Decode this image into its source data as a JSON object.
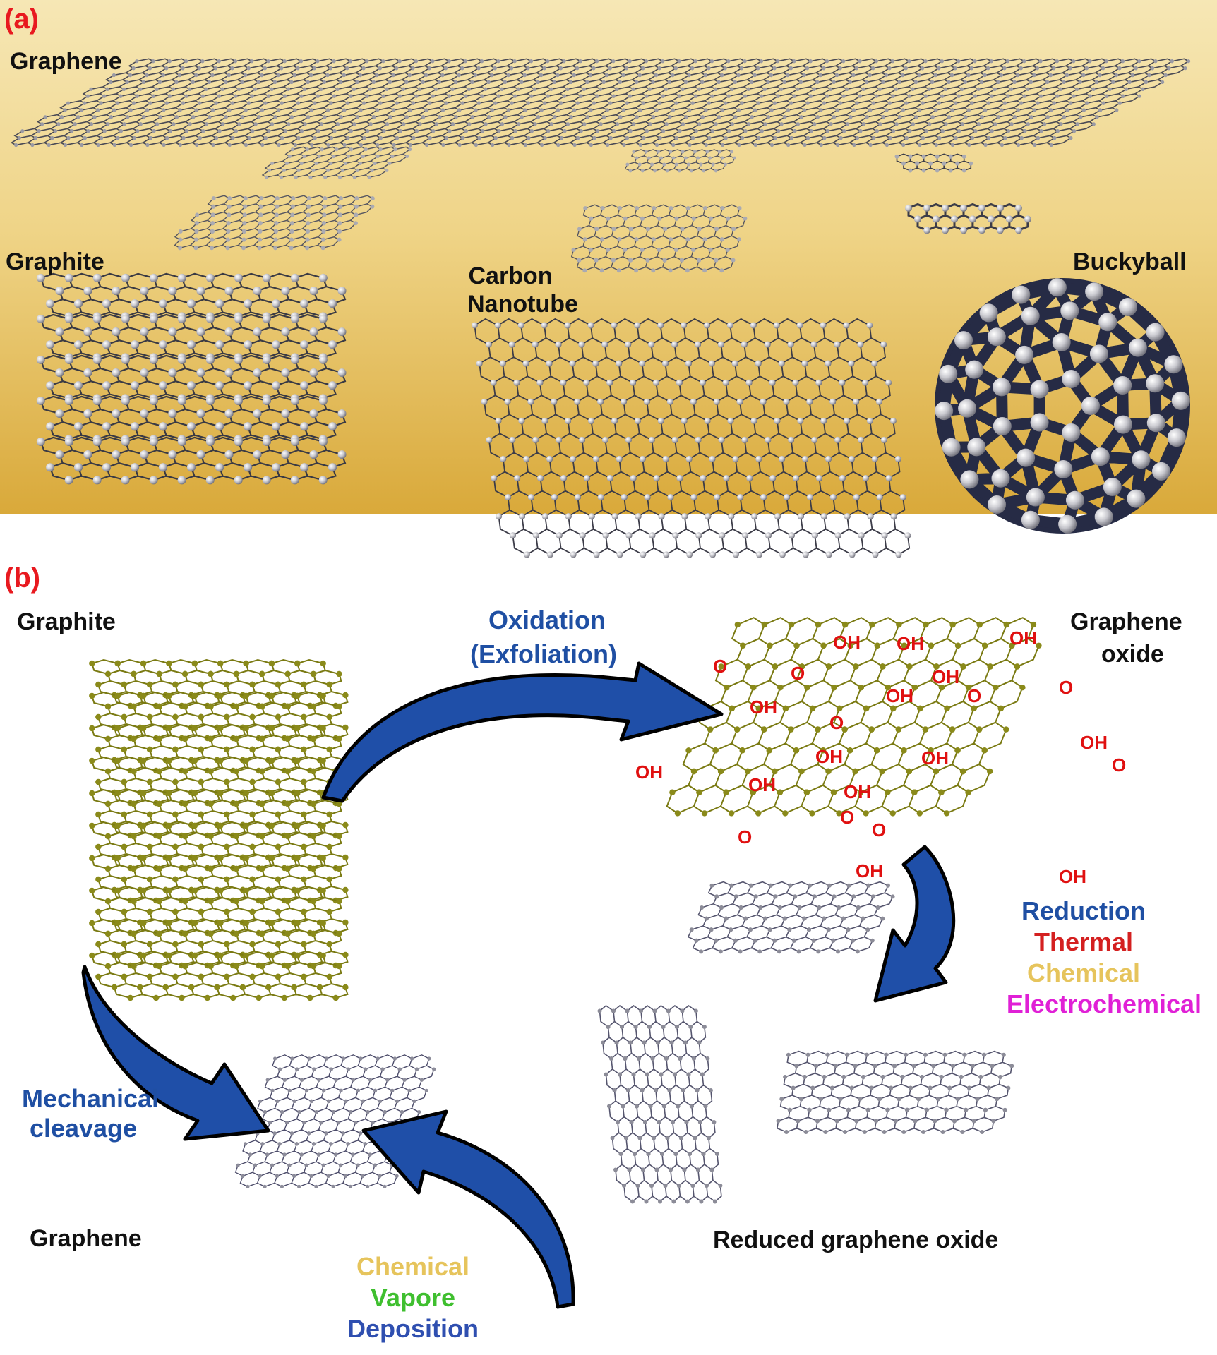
{
  "panel_a": {
    "tag": "(a)",
    "labels": {
      "graphene": "Graphene",
      "graphite": "Graphite",
      "carbon_nanotube": [
        "Carbon",
        "Nanotube"
      ],
      "buckyball": "Buckyball"
    },
    "background": {
      "top": "#f6e7b5",
      "bottom": "#d9a93a"
    }
  },
  "panel_b": {
    "tag": "(b)",
    "labels": {
      "graphite": "Graphite",
      "graphene_oxide": [
        "Graphene",
        "oxide"
      ],
      "graphene": "Graphene",
      "reduced_graphene_oxide": "Reduced graphene oxide"
    },
    "processes": {
      "oxidation": [
        "Oxidation",
        "(Exfoliation)"
      ],
      "mechanical": [
        "Mechanical",
        "cleavage"
      ],
      "cvd": [
        "Chemical",
        "Vapore",
        "Deposition"
      ],
      "reduction": [
        "Reduction",
        "Thermal",
        "Chemical",
        "Electrochemical"
      ]
    },
    "functional_groups": [
      "OH",
      "O"
    ],
    "colors": {
      "tag": "#e8191f",
      "process_blue": "#1f4fa3",
      "arrow_blue": "#1f4fa8",
      "thermal_red": "#d42020",
      "chemical_yellow": "#e6c45c",
      "vapore_green": "#3fbf2f",
      "deposition_blue": "#2f4fb0",
      "electrochemical_magenta": "#e020d6",
      "graphite_olive": "#7a7a12",
      "functional_red": "#e01010",
      "sheet_gray": "#55556e"
    }
  }
}
